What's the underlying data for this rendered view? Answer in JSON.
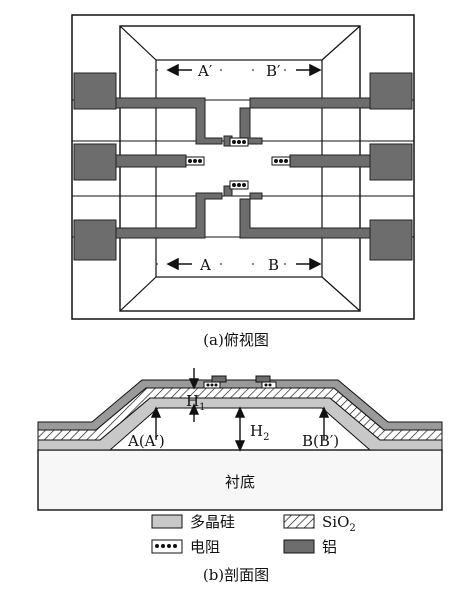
{
  "top_view": {
    "caption": "(a)俯视图",
    "labels": {
      "a_prime": "A′",
      "b_prime": "B′",
      "a": "A",
      "b": "B"
    }
  },
  "section_view": {
    "caption": "(b)剖面图",
    "labels": {
      "h1": "H",
      "h1_sub": "1",
      "h2": "H",
      "h2_sub": "2",
      "a_label": "A(A′)",
      "b_label": "B(B′)",
      "substrate": "衬底"
    }
  },
  "legend": {
    "polysilicon": "多晶硅",
    "sio2_main": "SiO",
    "sio2_sub": "2",
    "resistor": "电阻",
    "aluminum": "铝"
  },
  "colors": {
    "aluminum": "#6d6d6d",
    "polysilicon": "#c8c8c8",
    "substrate": "#f7f7f7",
    "outline": "#111111"
  }
}
